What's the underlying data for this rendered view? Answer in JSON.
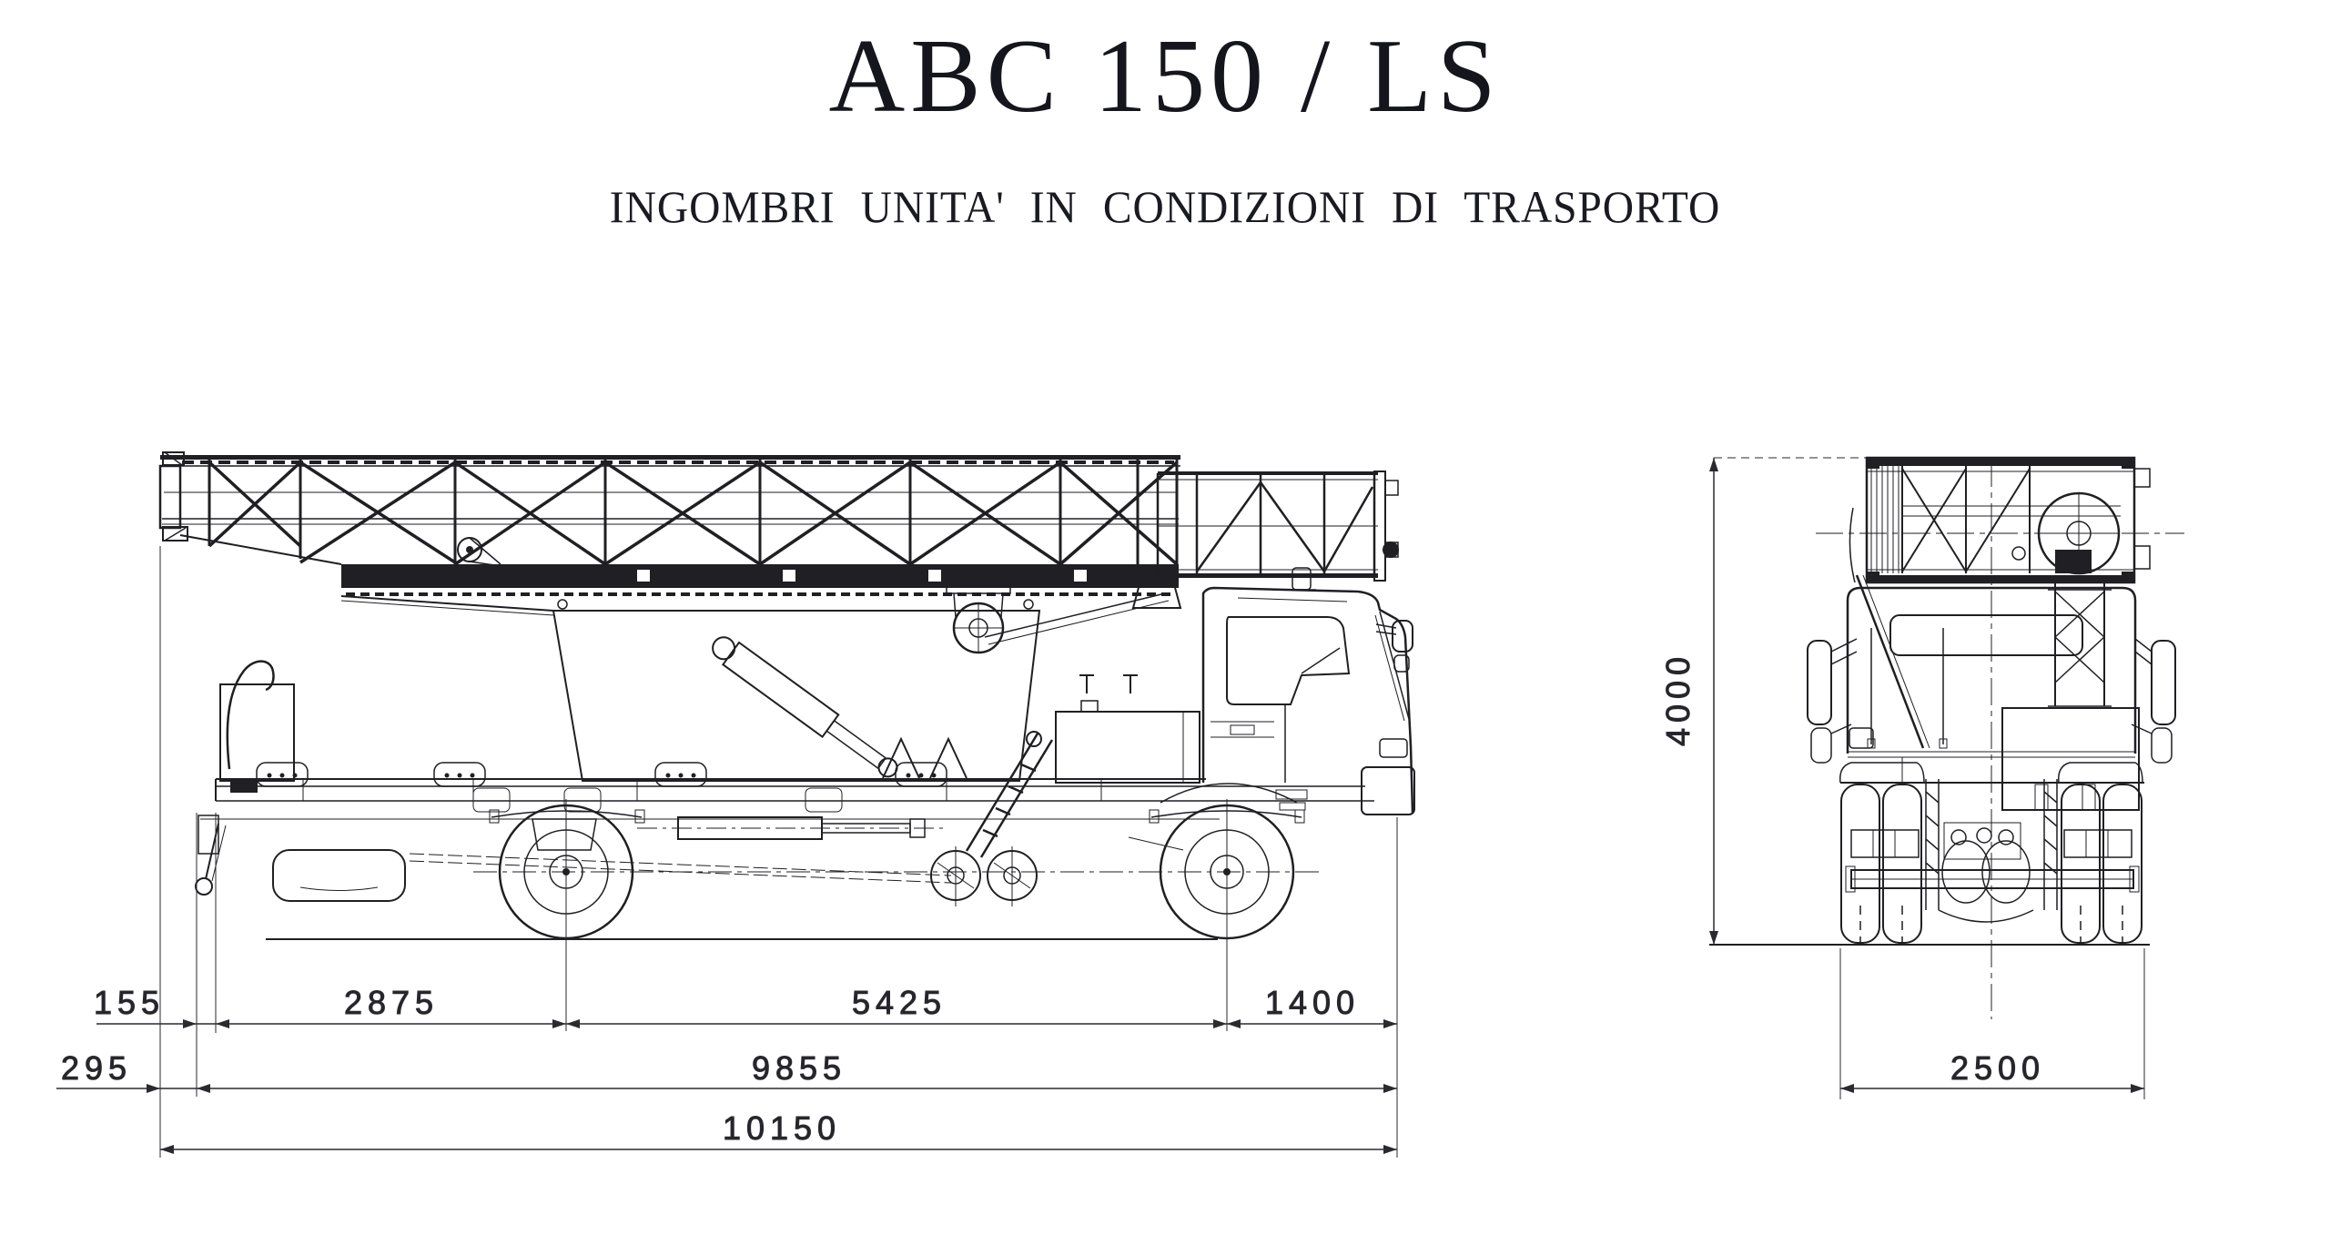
{
  "title": "ABC 150 / LS",
  "subtitle": "INGOMBRI UNITA' IN CONDIZIONI DI TRASPORTO",
  "colors": {
    "ink": "#1f1f24",
    "paper": "#ffffff"
  },
  "dimensions": {
    "side": {
      "rear_boom_overhang": "295",
      "rear_gap": "155",
      "rear_overhang_to_axle": "2875",
      "wheelbase": "5425",
      "front_overhang": "1400",
      "chassis_length": "9855",
      "overall_length": "10150"
    },
    "front": {
      "overall_height": "4000",
      "overall_width": "2500"
    }
  }
}
